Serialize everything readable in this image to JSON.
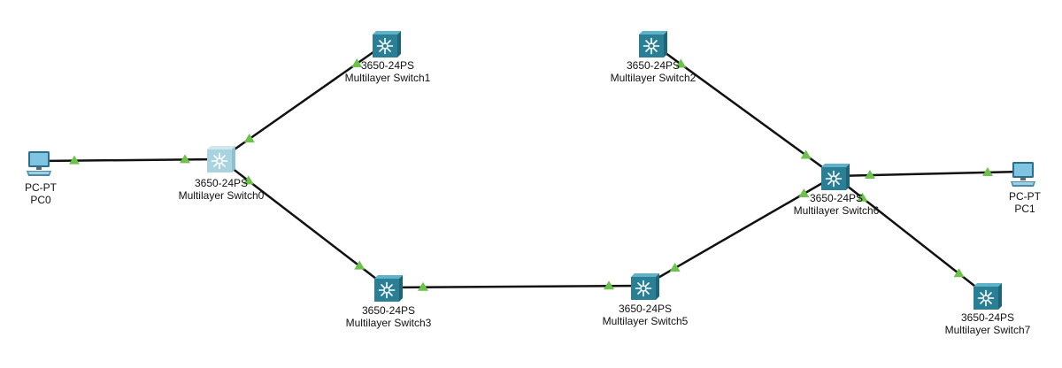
{
  "devices": {
    "pc0": {
      "model": "PC-PT",
      "name": "PC0"
    },
    "pc1": {
      "model": "PC-PT",
      "name": "PC1"
    },
    "sw0": {
      "model": "3650-24PS",
      "name": "Multilayer Switch0"
    },
    "sw1": {
      "model": "3650-24PS",
      "name": "Multilayer Switch1"
    },
    "sw2": {
      "model": "3650-24PS",
      "name": "Multilayer Switch2"
    },
    "sw3": {
      "model": "3650-24PS",
      "name": "Multilayer Switch3"
    },
    "sw5": {
      "model": "3650-24PS",
      "name": "Multilayer Switch5"
    },
    "sw6": {
      "model": "3650-24PS",
      "name": "Multilayer Switch6"
    },
    "sw7": {
      "model": "3650-24PS",
      "name": "Multilayer Switch7"
    }
  },
  "links": [
    {
      "from": "pc0",
      "to": "sw0"
    },
    {
      "from": "sw0",
      "to": "sw1"
    },
    {
      "from": "sw0",
      "to": "sw3"
    },
    {
      "from": "sw3",
      "to": "sw5"
    },
    {
      "from": "sw5",
      "to": "sw6"
    },
    {
      "from": "sw2",
      "to": "sw6"
    },
    {
      "from": "sw6",
      "to": "pc1"
    },
    {
      "from": "sw6",
      "to": "sw7"
    }
  ],
  "colors": {
    "link": "#111111",
    "link_status_up": "#6cc24a",
    "switch_body": "#2a7f95",
    "switch_selected": "#a9d3df",
    "pc_body": "#3d8fb0"
  },
  "icons": {
    "pc": "pc-icon",
    "switch": "multilayer-switch-icon"
  }
}
